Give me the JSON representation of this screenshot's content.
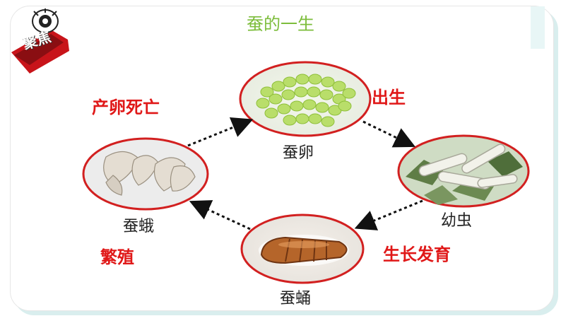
{
  "header": {
    "title": "蚕的一生",
    "badge_label": "聚焦"
  },
  "stages": {
    "egg": "蚕卵",
    "larva": "幼虫",
    "pupa": "蚕蛹",
    "moth": "蚕蛾"
  },
  "processes": {
    "birth": "出生",
    "growth": "生长发育",
    "reproduction": "繁殖",
    "lay_and_die": "产卵死亡"
  },
  "colors": {
    "accent_red": "#e01818",
    "title_green": "#7dbd3c",
    "ring_red": "#d22020"
  }
}
